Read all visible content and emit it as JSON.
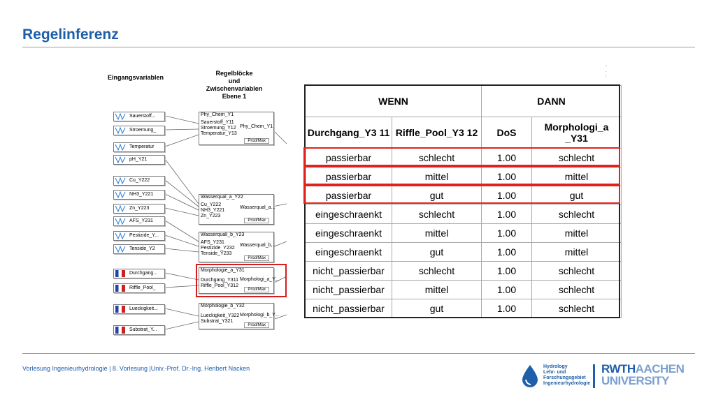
{
  "slide": {
    "title": "Regelinferenz"
  },
  "footer": {
    "text": "Vorlesung Ingenieurhydrologie | 8. Vorlesung |Univ.-Prof. Dr.-Ing. Heribert Nacken"
  },
  "logo": {
    "hydrology_lines": [
      "Hydrology",
      "Lehr- und",
      "Forschungsgebiet",
      "Ingenieurhydrologie"
    ],
    "rwth_line1_a": "RWTH",
    "rwth_line1_b": "AACHEN",
    "rwth_line2": "UNIVERSITY"
  },
  "top_marks": [
    "-",
    ".",
    ":"
  ],
  "diagram": {
    "heading_inputs": "Eingangsvariablen",
    "heading_rules": [
      "Regelblöcke",
      "und",
      "Zwischenvariablen",
      "Ebene 1"
    ],
    "inputs": [
      "Sauerstoff...",
      "Stroemung_",
      "Temperatur",
      "pH_Y21",
      "Cu_Y222",
      "NH3_Y221",
      "Zn_Y223",
      "AFS_Y231",
      "Pestizide_Y...",
      "Tenside_Y2",
      "Durchgang...",
      "Riffle_Pool_",
      "Lueckigkeit...",
      "Substrat_Y..."
    ],
    "blocks": [
      {
        "header": "Phy_Chem_Y1",
        "inputs": [
          "Sauerstoff_Y11",
          "Stroemung_Y12",
          "Temperatur_Y13"
        ],
        "output": "Phy_Chem_Y1",
        "method": "Prod/Max"
      },
      {
        "header": "Wasserqual_a_Y22",
        "inputs": [
          "Cu_Y222",
          "NH3_Y221",
          "Zn_Y223"
        ],
        "output": "Wasserqual_a...",
        "method": "Prod/Max"
      },
      {
        "header": "Wasserquali_b_Y23",
        "inputs": [
          "AFS_Y231",
          "Pestizide_Y232",
          "Tenside_Y233"
        ],
        "output": "Wasserqual_b,...",
        "method": "Prod/Max"
      },
      {
        "header": "Morphologie_a_Y31",
        "inputs": [
          "Durchgang_Y311",
          "Riffle_Pool_Y312"
        ],
        "output": "Morphologi_a_Y...",
        "method": "Prod/Max"
      },
      {
        "header": "Morphologie_b_Y32",
        "inputs": [
          "Lueckigkeit_Y322",
          "Substrat_Y321"
        ],
        "output": "Morphologi_b_Y...",
        "method": "Prod/Max"
      }
    ]
  },
  "table": {
    "group_if": "WENN",
    "group_then": "DANN",
    "columns": [
      "Durchgang_Y3 11",
      "Riffle_Pool_Y3 12",
      "DoS",
      "Morphologi_a _Y31"
    ],
    "rows": [
      [
        "passierbar",
        "schlecht",
        "1.00",
        "schlecht"
      ],
      [
        "passierbar",
        "mittel",
        "1.00",
        "mittel"
      ],
      [
        "passierbar",
        "gut",
        "1.00",
        "gut"
      ],
      [
        "eingeschraenkt",
        "schlecht",
        "1.00",
        "schlecht"
      ],
      [
        "eingeschraenkt",
        "mittel",
        "1.00",
        "mittel"
      ],
      [
        "eingeschraenkt",
        "gut",
        "1.00",
        "mittel"
      ],
      [
        "nicht_passierbar",
        "schlecht",
        "1.00",
        "schlecht"
      ],
      [
        "nicht_passierbar",
        "mittel",
        "1.00",
        "schlecht"
      ],
      [
        "nicht_passierbar",
        "gut",
        "1.00",
        "schlecht"
      ]
    ]
  },
  "colors": {
    "accent": "#1f5ea8",
    "highlight": "#e2211c"
  }
}
